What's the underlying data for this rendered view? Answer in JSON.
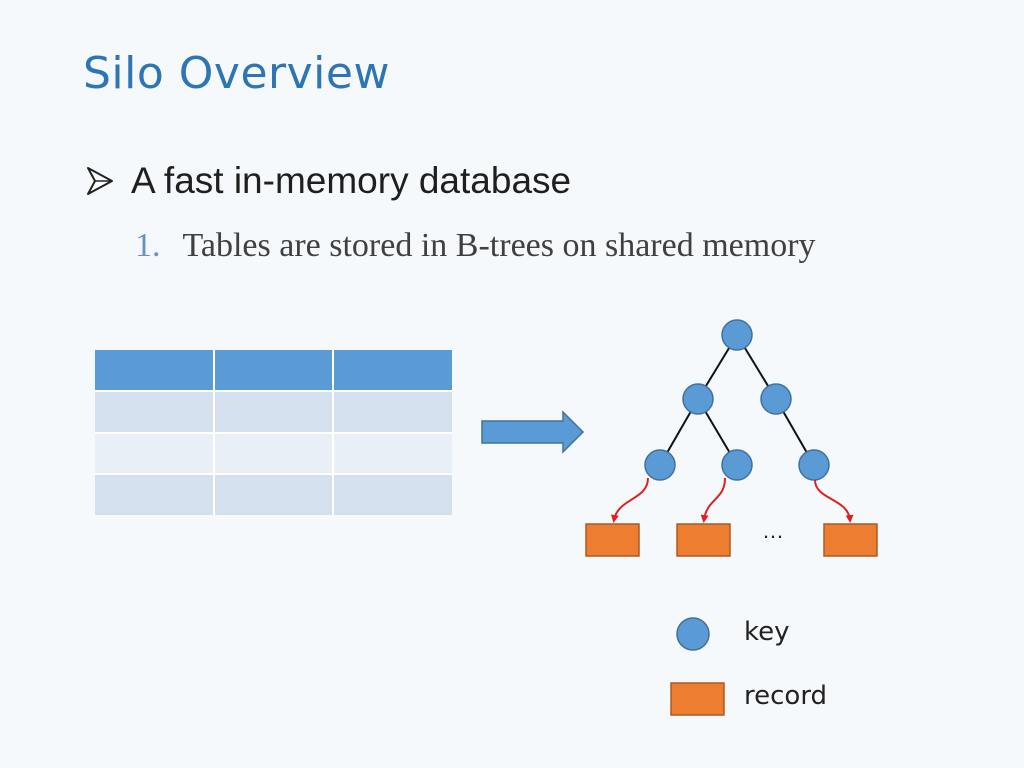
{
  "slide": {
    "title": "Silo Overview",
    "bullet": "A fast in-memory database",
    "sub_item": {
      "number": "1.",
      "text": "Tables are stored in B-trees on shared memory"
    }
  },
  "diagram": {
    "ellipsis": "…",
    "legend": {
      "key_label": "key",
      "record_label": "record"
    }
  },
  "colors": {
    "title": "#2e75b6",
    "key_node": "#5b9bd5",
    "record": "#ed7d31",
    "pointer": "#e02020",
    "table_header": "#5b9bd5",
    "table_row_dark": "#d5e0ef",
    "table_row_light": "#e9eff7"
  },
  "icons": [
    "arrow-bullet-icon",
    "right-arrow-icon"
  ]
}
